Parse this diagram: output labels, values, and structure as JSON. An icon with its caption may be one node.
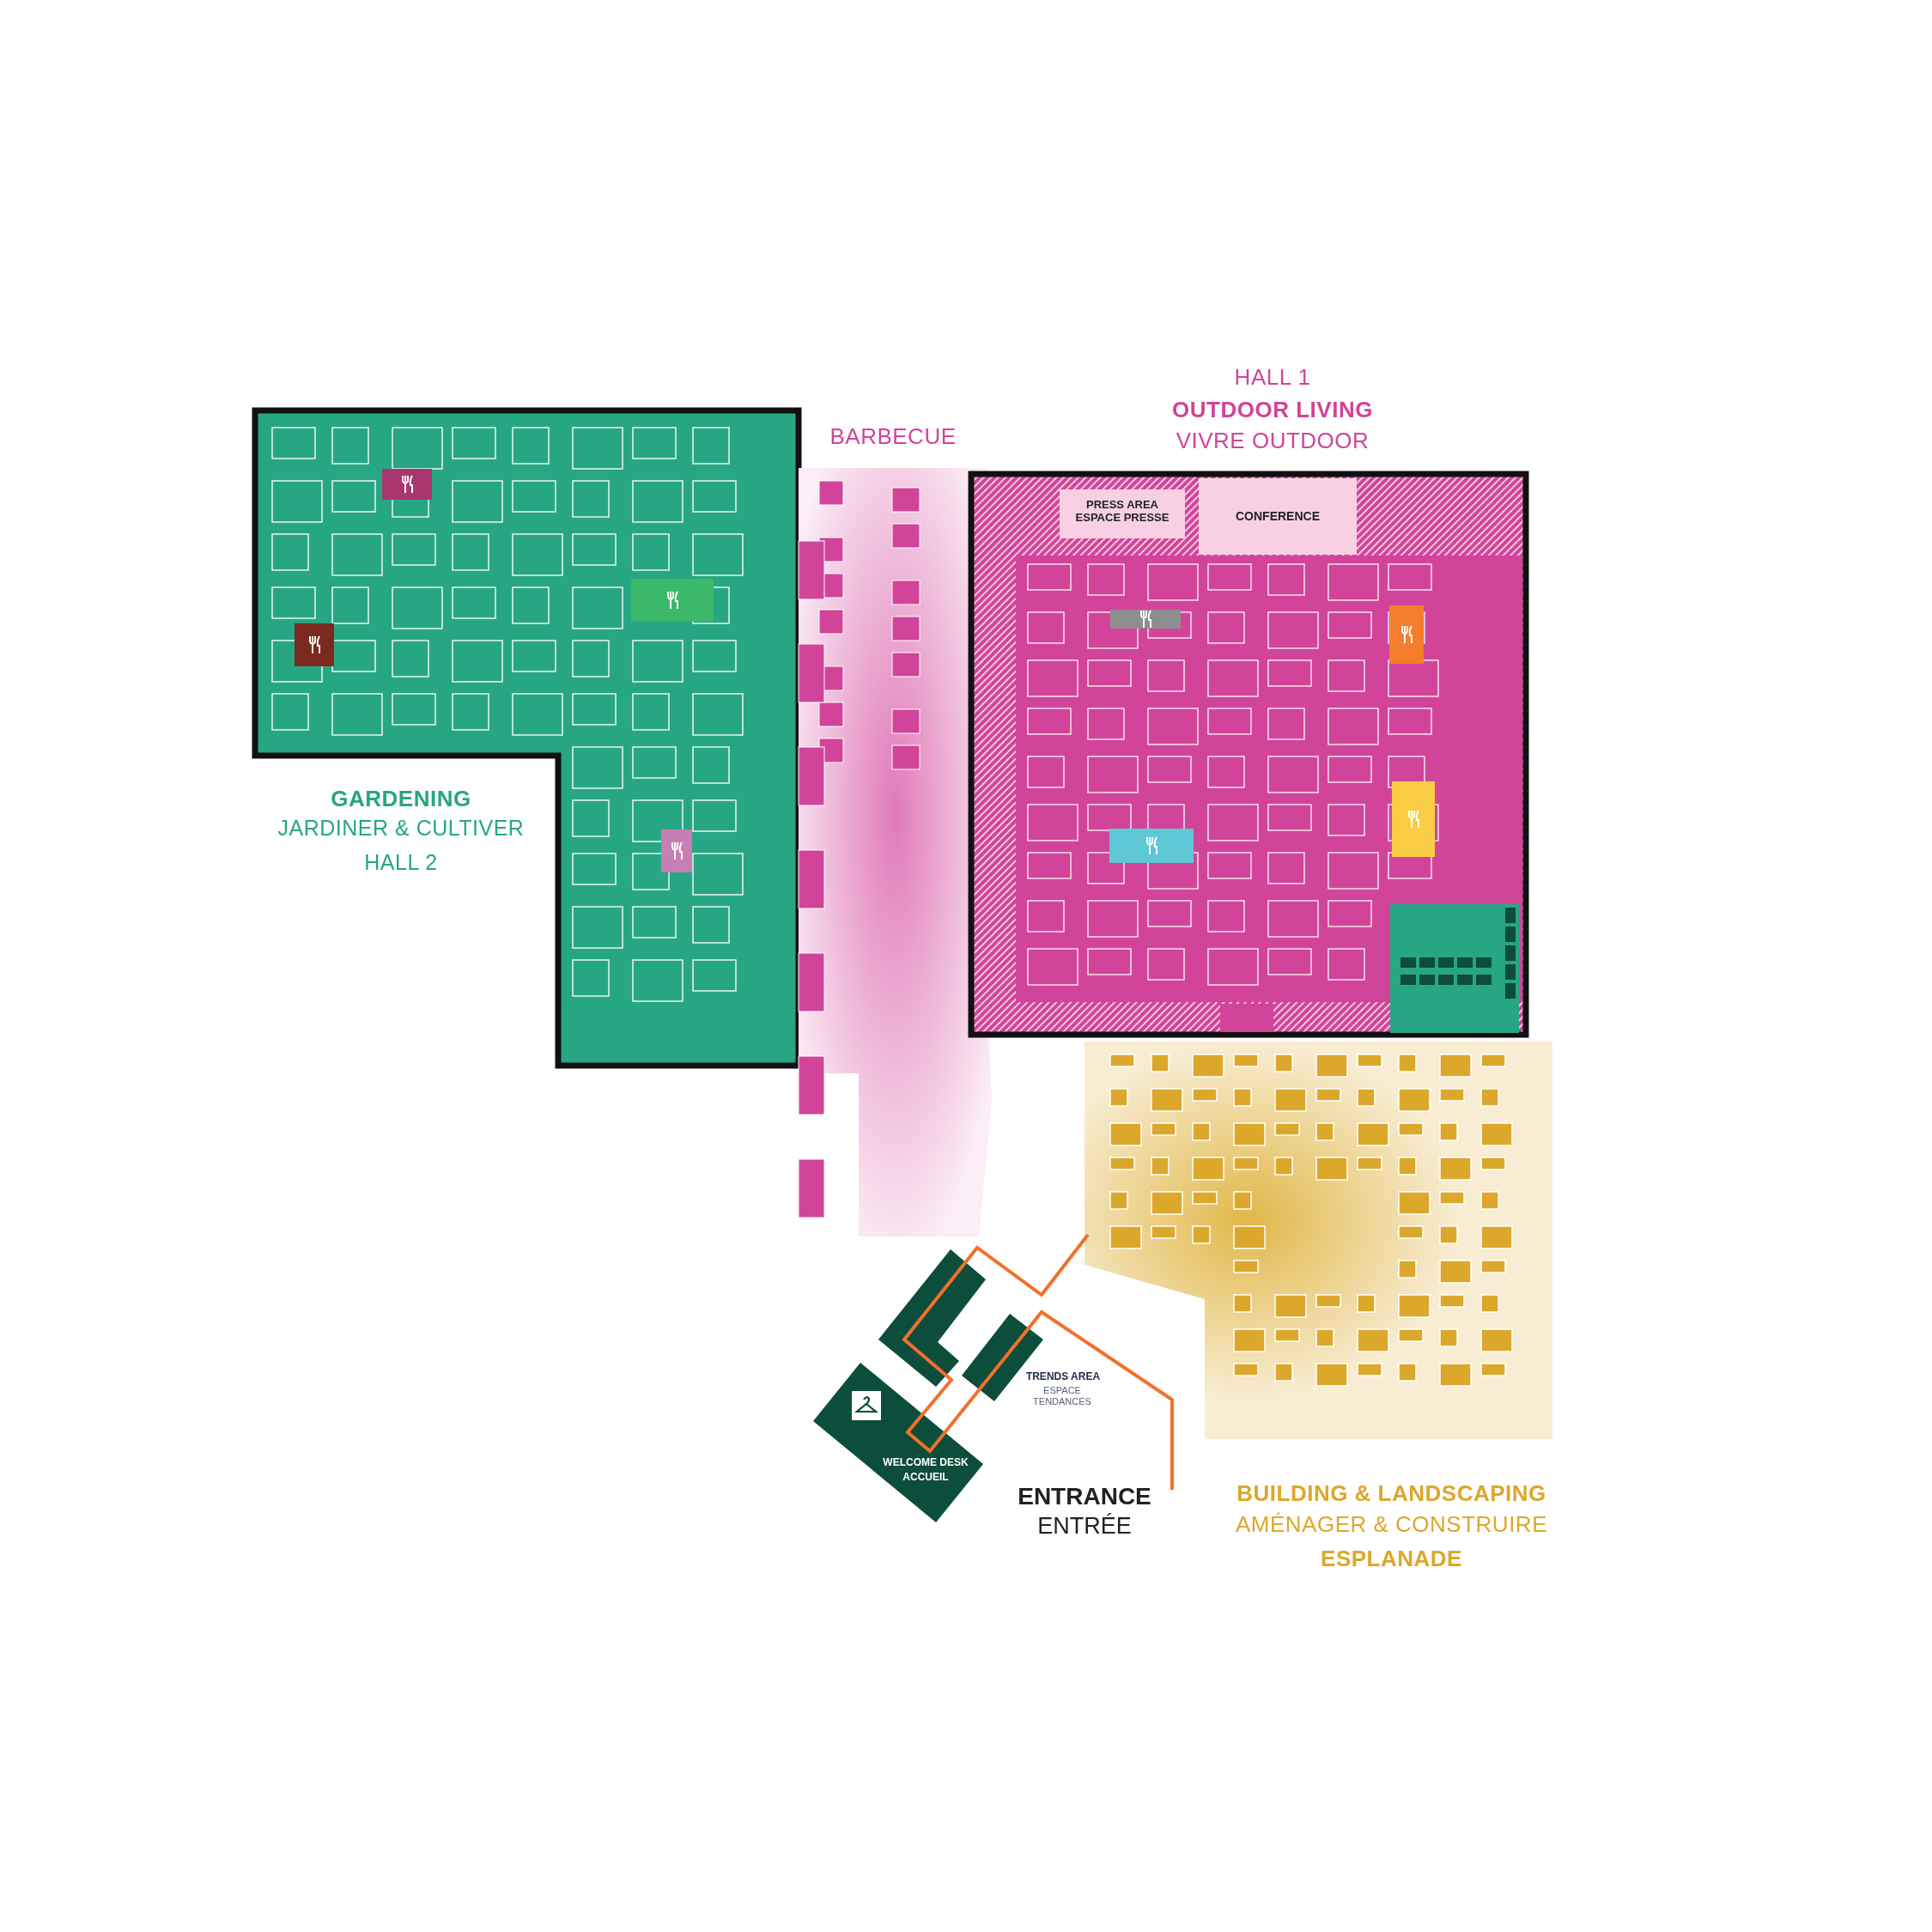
{
  "diagram": {
    "nodes": [
      {
        "text": [
          "GARDENING",
          "JARDINER & CULTIVER",
          "HALL 2"
        ]
      },
      {
        "text": [
          "BARBECUE"
        ]
      },
      {
        "text": [
          "HALL 1",
          "OUTDOOR LIVING",
          "VIVRE OUTDOOR"
        ]
      },
      {
        "text": [
          "PRESS AREA ESPACE PRESSE"
        ],
        "in": 2
      },
      {
        "text": [
          "CONFERENCE"
        ],
        "in": 2
      },
      {
        "text": [
          "BUILDING & LANDSCAPING",
          "AMÉNAGER & CONSTRUIRE",
          "ESPLANADE"
        ]
      },
      {
        "text": [
          "TRENDS AREA",
          "ESPACE TENDANCES"
        ]
      },
      {
        "text": [
          "WELCOME DESK",
          "ACCUEIL"
        ]
      },
      {
        "text": [],
        "shape": "box"
      }
    ],
    "labels": [
      "ENTRANCE",
      "ENTRÉE"
    ]
  }
}
